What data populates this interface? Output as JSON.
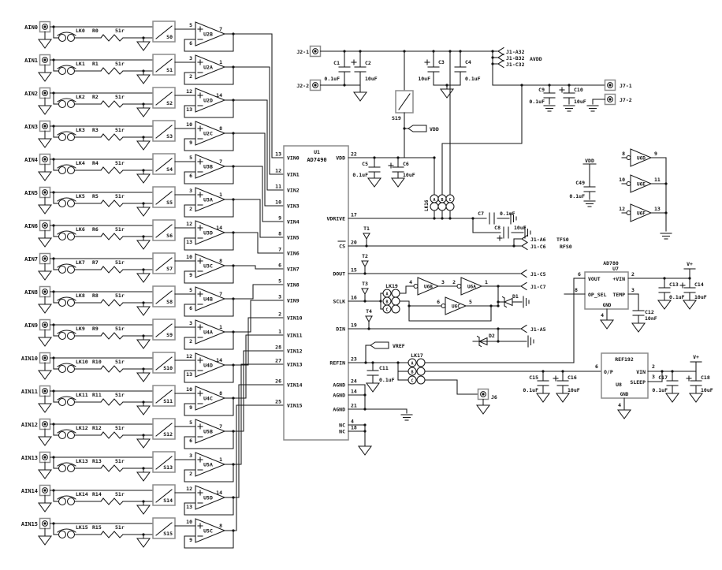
{
  "channels": [
    {
      "ain": "AIN0",
      "lk": "LK0",
      "r": "R0",
      "rval": "51r",
      "sw": "S0",
      "amp": "U2B",
      "pp": "5",
      "pm": "6",
      "po": "7",
      "vin": "VIN0",
      "pin": "13"
    },
    {
      "ain": "AIN1",
      "lk": "LK1",
      "r": "R1",
      "rval": "51r",
      "sw": "S1",
      "amp": "U2A",
      "pp": "3",
      "pm": "2",
      "po": "1",
      "vin": "VIN1",
      "pin": "12"
    },
    {
      "ain": "AIN2",
      "lk": "LK2",
      "r": "R2",
      "rval": "51r",
      "sw": "S2",
      "amp": "U2D",
      "pp": "12",
      "pm": "13",
      "po": "14",
      "vin": "VIN2",
      "pin": "11"
    },
    {
      "ain": "AIN3",
      "lk": "LK3",
      "r": "R3",
      "rval": "51r",
      "sw": "S3",
      "amp": "U2C",
      "pp": "10",
      "pm": "9",
      "po": "8",
      "vin": "VIN3",
      "pin": "10"
    },
    {
      "ain": "AIN4",
      "lk": "LK4",
      "r": "R4",
      "rval": "51r",
      "sw": "S4",
      "amp": "U3B",
      "pp": "5",
      "pm": "6",
      "po": "7",
      "vin": "VIN4",
      "pin": "9"
    },
    {
      "ain": "AIN5",
      "lk": "LK5",
      "r": "R5",
      "rval": "51r",
      "sw": "S5",
      "amp": "U3A",
      "pp": "3",
      "pm": "2",
      "po": "1",
      "vin": "VIN5",
      "pin": "8"
    },
    {
      "ain": "AIN6",
      "lk": "LK6",
      "r": "R6",
      "rval": "51r",
      "sw": "S6",
      "amp": "U3D",
      "pp": "12",
      "pm": "13",
      "po": "14",
      "vin": "VIN6",
      "pin": "7"
    },
    {
      "ain": "AIN7",
      "lk": "LK7",
      "r": "R7",
      "rval": "51r",
      "sw": "S7",
      "amp": "U3C",
      "pp": "10",
      "pm": "9",
      "po": "8",
      "vin": "VIN7",
      "pin": "6"
    },
    {
      "ain": "AIN8",
      "lk": "LK8",
      "r": "R8",
      "rval": "51r",
      "sw": "S8",
      "amp": "U4B",
      "pp": "5",
      "pm": "6",
      "po": "7",
      "vin": "VIN8",
      "pin": "5"
    },
    {
      "ain": "AIN9",
      "lk": "LK9",
      "r": "R9",
      "rval": "51r",
      "sw": "S9",
      "amp": "U4A",
      "pp": "3",
      "pm": "2",
      "po": "1",
      "vin": "VIN9",
      "pin": "3"
    },
    {
      "ain": "AIN10",
      "lk": "LK10",
      "r": "R10",
      "rval": "51r",
      "sw": "S10",
      "amp": "U4D",
      "pp": "12",
      "pm": "13",
      "po": "14",
      "vin": "VIN10",
      "pin": "2"
    },
    {
      "ain": "AIN11",
      "lk": "LK11",
      "r": "R11",
      "rval": "51r",
      "sw": "S11",
      "amp": "U4C",
      "pp": "10",
      "pm": "9",
      "po": "8",
      "vin": "VIN11",
      "pin": "1"
    },
    {
      "ain": "AIN12",
      "lk": "LK12",
      "r": "R12",
      "rval": "51r",
      "sw": "S12",
      "amp": "U5B",
      "pp": "5",
      "pm": "6",
      "po": "7",
      "vin": "VIN12",
      "pin": "28"
    },
    {
      "ain": "AIN13",
      "lk": "LK13",
      "r": "R13",
      "rval": "51r",
      "sw": "S13",
      "amp": "U5A",
      "pp": "3",
      "pm": "2",
      "po": "1",
      "vin": "VIN13",
      "pin": "27"
    },
    {
      "ain": "AIN14",
      "lk": "LK14",
      "r": "R14",
      "rval": "51r",
      "sw": "S14",
      "amp": "U5D",
      "pp": "12",
      "pm": "13",
      "po": "14",
      "vin": "VIN14",
      "pin": "26"
    },
    {
      "ain": "AIN15",
      "lk": "LK15",
      "r": "R15",
      "rval": "51r",
      "sw": "S15",
      "amp": "U5C",
      "pp": "10",
      "pm": "9",
      "po": "8",
      "vin": "VIN15",
      "pin": "25"
    }
  ],
  "chip": {
    "ref": "U1",
    "part": "AD7490",
    "right": [
      {
        "n": "VDD",
        "p": "22"
      },
      {
        "n": "VDRIVE",
        "p": "17"
      },
      {
        "n": "CS",
        "p": "20"
      },
      {
        "n": "DOUT",
        "p": "15"
      },
      {
        "n": "SCLK",
        "p": "16"
      },
      {
        "n": "DIN",
        "p": "19"
      },
      {
        "n": "REFIN",
        "p": "23"
      },
      {
        "n": "AGND",
        "p": "24"
      },
      {
        "n": "AGND",
        "p": "14"
      },
      {
        "n": "AGND",
        "p": "21"
      },
      {
        "n": "NC",
        "p": "4"
      },
      {
        "n": "NC",
        "p": "18"
      }
    ]
  },
  "caps": {
    "c1": {
      "r": "C1",
      "v": "0.1uF"
    },
    "c2": {
      "r": "C2",
      "v": "10uF"
    },
    "c3": {
      "r": "C3",
      "v": "10uF"
    },
    "c4": {
      "r": "C4",
      "v": "0.1uF"
    },
    "c5": {
      "r": "C5",
      "v": "0.1uF"
    },
    "c6": {
      "r": "C6",
      "v": "10uF"
    },
    "c7": {
      "r": "C7",
      "v": "0.1uF"
    },
    "c8": {
      "r": "C8",
      "v": "10uF"
    },
    "c9": {
      "r": "C9",
      "v": "0.1uF"
    },
    "c10": {
      "r": "C10",
      "v": "10uF"
    },
    "c11": {
      "r": "C11",
      "v": "0.1uF"
    },
    "c12": {
      "r": "C12",
      "v": "10nF"
    },
    "c13": {
      "r": "C13",
      "v": "0.1uF"
    },
    "c14": {
      "r": "C14",
      "v": "10uF"
    },
    "c15": {
      "r": "C15",
      "v": "0.1uF"
    },
    "c16": {
      "r": "C16",
      "v": "10uF"
    },
    "c17": {
      "r": "C17",
      "v": "0.1uF"
    },
    "c18": {
      "r": "C18",
      "v": "10uF"
    },
    "c49": {
      "r": "C49",
      "v": "0.1uF"
    }
  },
  "conn": {
    "j2_1": "J2-1",
    "j2_2": "J2-2",
    "j7_1": "J7-1",
    "j7_2": "J7-2",
    "j6": "J6",
    "j1a32": "J1-A32",
    "j1b32": "J1-B32",
    "j1c32": "J1-C32",
    "j1a6": "J1-A6",
    "j1c6": "J1-C6",
    "j1c5": "J1-C5",
    "j1c7": "J1-C7",
    "j1a5": "J1-A5"
  },
  "nets": {
    "avdd": "AVDD",
    "vdd": "VDD",
    "vref": "VREF",
    "vplus": "V+",
    "tfs0": "TFS0",
    "rfs0": "RFS0"
  },
  "links": {
    "lk16": "LK16",
    "lk17": "LK17",
    "lk19": "LK19",
    "a": "A",
    "b": "B",
    "c": "C"
  },
  "sw19": "S19",
  "tps": {
    "t1": "T1",
    "t2": "T2",
    "t3": "T3",
    "t4": "T4"
  },
  "gates": {
    "u6a": {
      "r": "U6A",
      "i": "2",
      "o": "1"
    },
    "u6b": {
      "r": "U6B",
      "i": "4",
      "o": "3"
    },
    "u6c": {
      "r": "U6C",
      "i": "6",
      "o": "5"
    },
    "u6d": {
      "r": "U6D",
      "i": "8",
      "o": "9"
    },
    "u6e": {
      "r": "U6E",
      "i": "10",
      "o": "11"
    },
    "u6f": {
      "r": "U6F",
      "i": "12",
      "o": "13"
    }
  },
  "diodes": {
    "d1": "D1",
    "d2": "D2"
  },
  "u7": {
    "part": "AD780",
    "ref": "U7",
    "p_vout": "VOUT",
    "n_vout": "6",
    "p_opsel": "OP_SEL",
    "n_opsel": "8",
    "p_vin": "+VIN",
    "n_vin": "2",
    "p_temp": "TEMP",
    "n_temp": "3",
    "p_gnd": "GND",
    "n_gnd": "4"
  },
  "u8": {
    "part": "REF192",
    "ref": "U8",
    "p_op": "O/P",
    "n_op": "6",
    "p_vin": "VIN",
    "n_vin": "2",
    "p_sleep": "SLEEP",
    "n_sleep": "3",
    "p_gnd": "GND",
    "n_gnd": "4"
  }
}
